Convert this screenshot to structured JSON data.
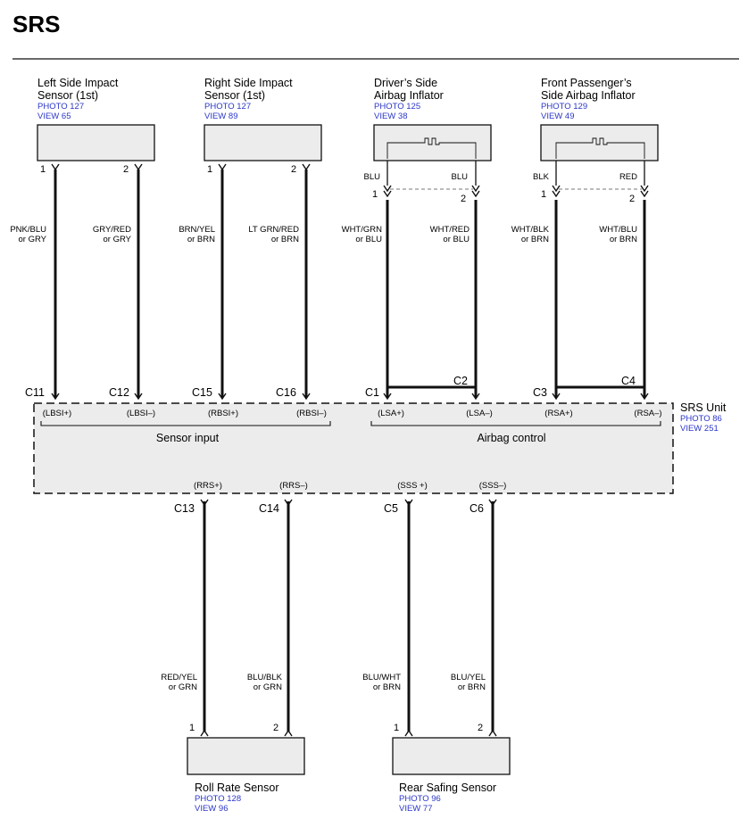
{
  "title": "SRS",
  "colors": {
    "reference": "#2b36c8",
    "wire": "#111111",
    "box_fill": "#ececec",
    "unit_fill": "#ececec"
  },
  "components": [
    {
      "id": "lsis",
      "line1": "Left Side Impact",
      "line2": "Sensor (1st)",
      "photo": "PHOTO 127",
      "view": "VIEW 65"
    },
    {
      "id": "rsis",
      "line1": "Right Side Impact",
      "line2": "Sensor (1st)",
      "photo": "PHOTO 127",
      "view": "VIEW 89"
    },
    {
      "id": "dsai",
      "line1": "Driver’s Side",
      "line2": "Airbag Inflator",
      "photo": "PHOTO 125",
      "view": "VIEW 38"
    },
    {
      "id": "fpsai",
      "line1": "Front Passenger’s",
      "line2": "Side Airbag Inflator",
      "photo": "PHOTO 129",
      "view": "VIEW 49"
    },
    {
      "id": "rrs",
      "line1": "Roll Rate Sensor",
      "line2": "",
      "photo": "PHOTO 128",
      "view": "VIEW 96"
    },
    {
      "id": "rss",
      "line1": "Rear Safing Sensor",
      "line2": "",
      "photo": "PHOTO 96",
      "view": "VIEW 77"
    }
  ],
  "srs_unit": {
    "label": "SRS Unit",
    "photo": "PHOTO 86",
    "view": "VIEW 251"
  },
  "groups": {
    "sensor_input": "Sensor input",
    "airbag_control": "Airbag control"
  },
  "inflator_wires": {
    "dsai_1": "BLU",
    "dsai_2": "BLU",
    "fpsai_1": "BLK",
    "fpsai_2": "RED"
  },
  "circuits": [
    {
      "comp_pin": "1",
      "wire_l1": "PNK/BLU",
      "wire_l2": "or GRY",
      "connector": "C11",
      "terminal": "(LBSI+)"
    },
    {
      "comp_pin": "2",
      "wire_l1": "GRY/RED",
      "wire_l2": "or GRY",
      "connector": "C12",
      "terminal": "(LBSI–)"
    },
    {
      "comp_pin": "1",
      "wire_l1": "BRN/YEL",
      "wire_l2": "or BRN",
      "connector": "C15",
      "terminal": "(RBSI+)"
    },
    {
      "comp_pin": "2",
      "wire_l1": "LT GRN/RED",
      "wire_l2": "or BRN",
      "connector": "C16",
      "terminal": "(RBSI–)"
    },
    {
      "comp_pin": "1",
      "wire_l1": "WHT/GRN",
      "wire_l2": "or BLU",
      "connector": "C1",
      "terminal": "(LSA+)"
    },
    {
      "comp_pin": "2",
      "wire_l1": "WHT/RED",
      "wire_l2": "or BLU",
      "connector": "C2",
      "terminal": "(LSA–)"
    },
    {
      "comp_pin": "1",
      "wire_l1": "WHT/BLK",
      "wire_l2": "or BRN",
      "connector": "C3",
      "terminal": "(RSA+)"
    },
    {
      "comp_pin": "2",
      "wire_l1": "WHT/BLU",
      "wire_l2": "or BRN",
      "connector": "C4",
      "terminal": "(RSA–)"
    },
    {
      "comp_pin": "1",
      "wire_l1": "RED/YEL",
      "wire_l2": "or GRN",
      "connector": "C13",
      "terminal": "(RRS+)"
    },
    {
      "comp_pin": "2",
      "wire_l1": "BLU/BLK",
      "wire_l2": "or GRN",
      "connector": "C14",
      "terminal": "(RRS–)"
    },
    {
      "comp_pin": "1",
      "wire_l1": "BLU/WHT",
      "wire_l2": "or BRN",
      "connector": "C5",
      "terminal": "(SSS +)"
    },
    {
      "comp_pin": "2",
      "wire_l1": "BLU/YEL",
      "wire_l2": "or BRN",
      "connector": "C6",
      "terminal": "(SSS–)"
    }
  ]
}
